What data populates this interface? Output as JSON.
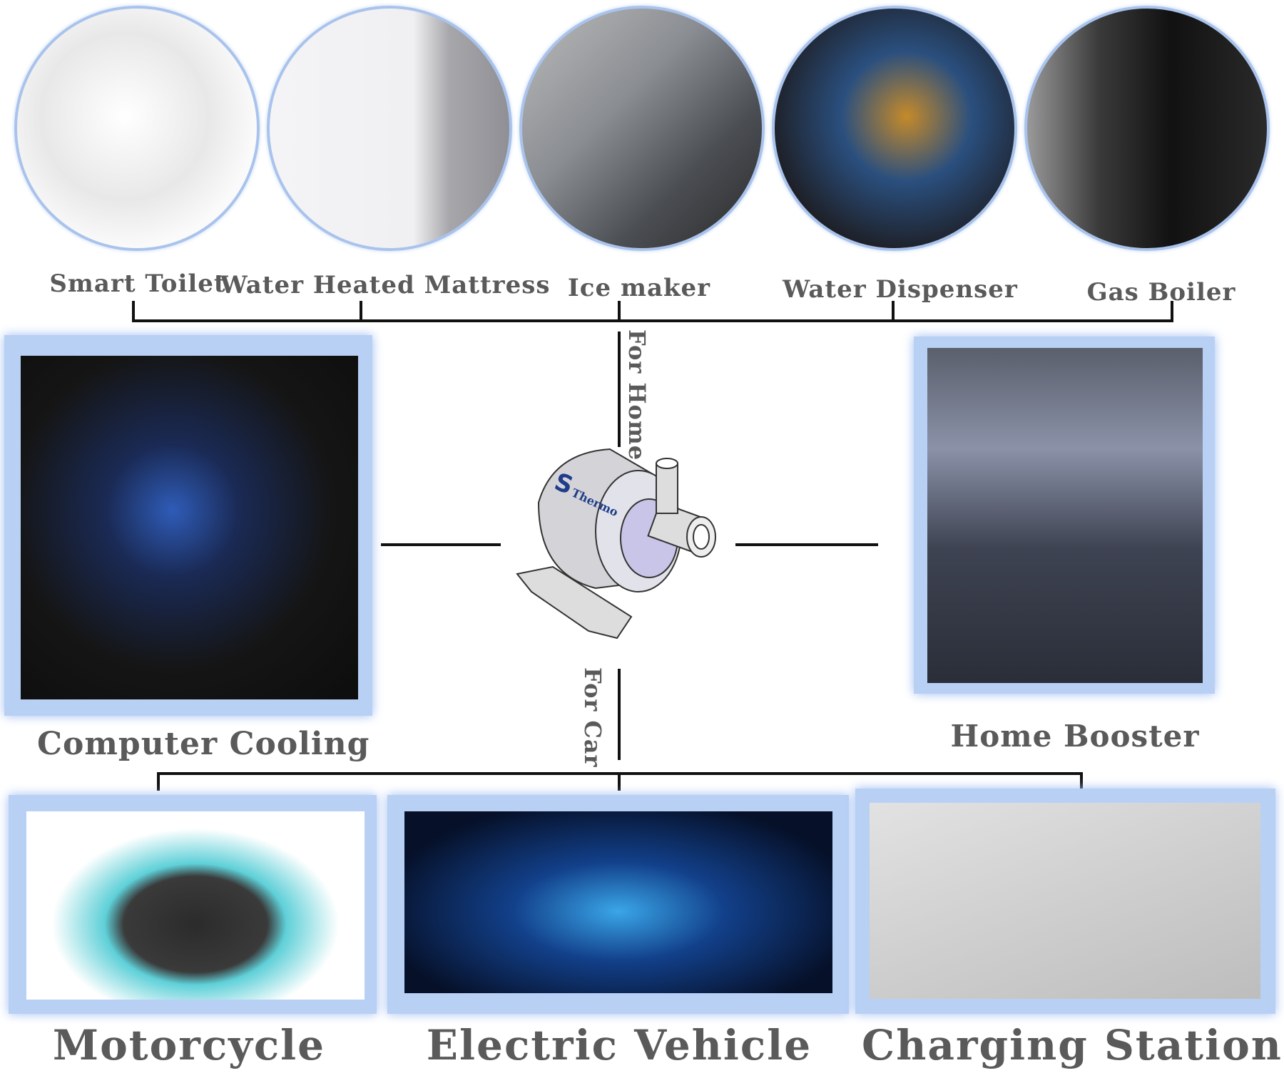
{
  "home_items": [
    {
      "label": "Smart Toilet",
      "image": "smart-toilet"
    },
    {
      "label": "Water Heated Mattress",
      "image": "water-heated-mattress"
    },
    {
      "label": "Ice maker",
      "image": "ice-maker"
    },
    {
      "label": "Water Dispenser",
      "image": "water-dispenser"
    },
    {
      "label": "Gas Boiler",
      "image": "gas-boiler"
    }
  ],
  "branches": {
    "home": "For Home",
    "car": "For Car"
  },
  "pump": {
    "logo_text": "Thermo"
  },
  "side_items": {
    "left": "Computer Cooling",
    "right": "Home Booster"
  },
  "car_items": [
    {
      "label": "Motorcycle"
    },
    {
      "label": "Electric Vehicle"
    },
    {
      "label": "Charging Station"
    }
  ],
  "colors": {
    "frame": "#b9d0f5",
    "circle_border": "#a9c3ec",
    "text": "#5a5a5a"
  }
}
